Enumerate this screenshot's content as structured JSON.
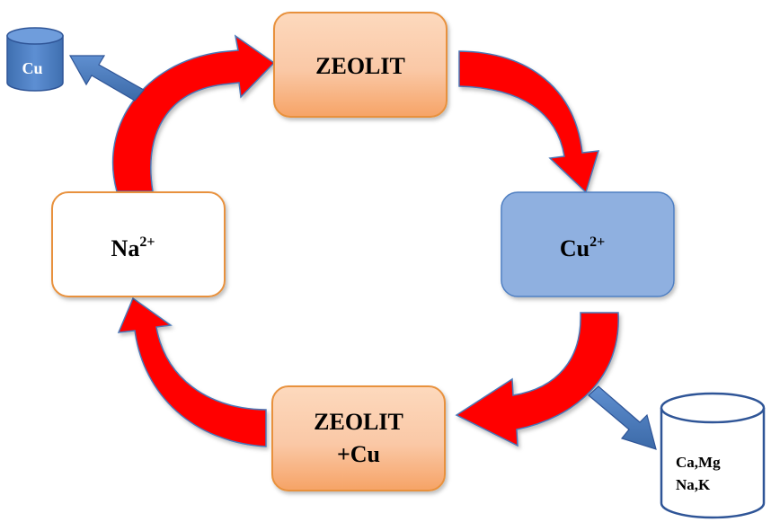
{
  "nodes": {
    "zeolit_top": {
      "label": "ZEOLIT"
    },
    "cu2": {
      "base": "Cu",
      "superscript": "2+"
    },
    "zeolit_cu": {
      "line1": "ZEOLIT",
      "line2": "+Cu"
    },
    "na": {
      "base": "Na",
      "superscript": "2+"
    }
  },
  "containers": {
    "cu": {
      "label": "Cu"
    },
    "ions": {
      "line1": "Ca,Mg",
      "line2": "Na,K"
    }
  },
  "colors": {
    "cycle_arrow": "#ff0000",
    "zeolit_box": "#fac8a6",
    "cu2_box": "#8fb0e0",
    "na_box": "#ffffff",
    "box_border": "#e8913c",
    "container_blue": "#4f7fc2",
    "container_outline": "#2f5597",
    "side_arrow": "#4f81bd"
  },
  "icons": [
    "cycle-arrow",
    "cylinder-container",
    "side-arrow"
  ]
}
